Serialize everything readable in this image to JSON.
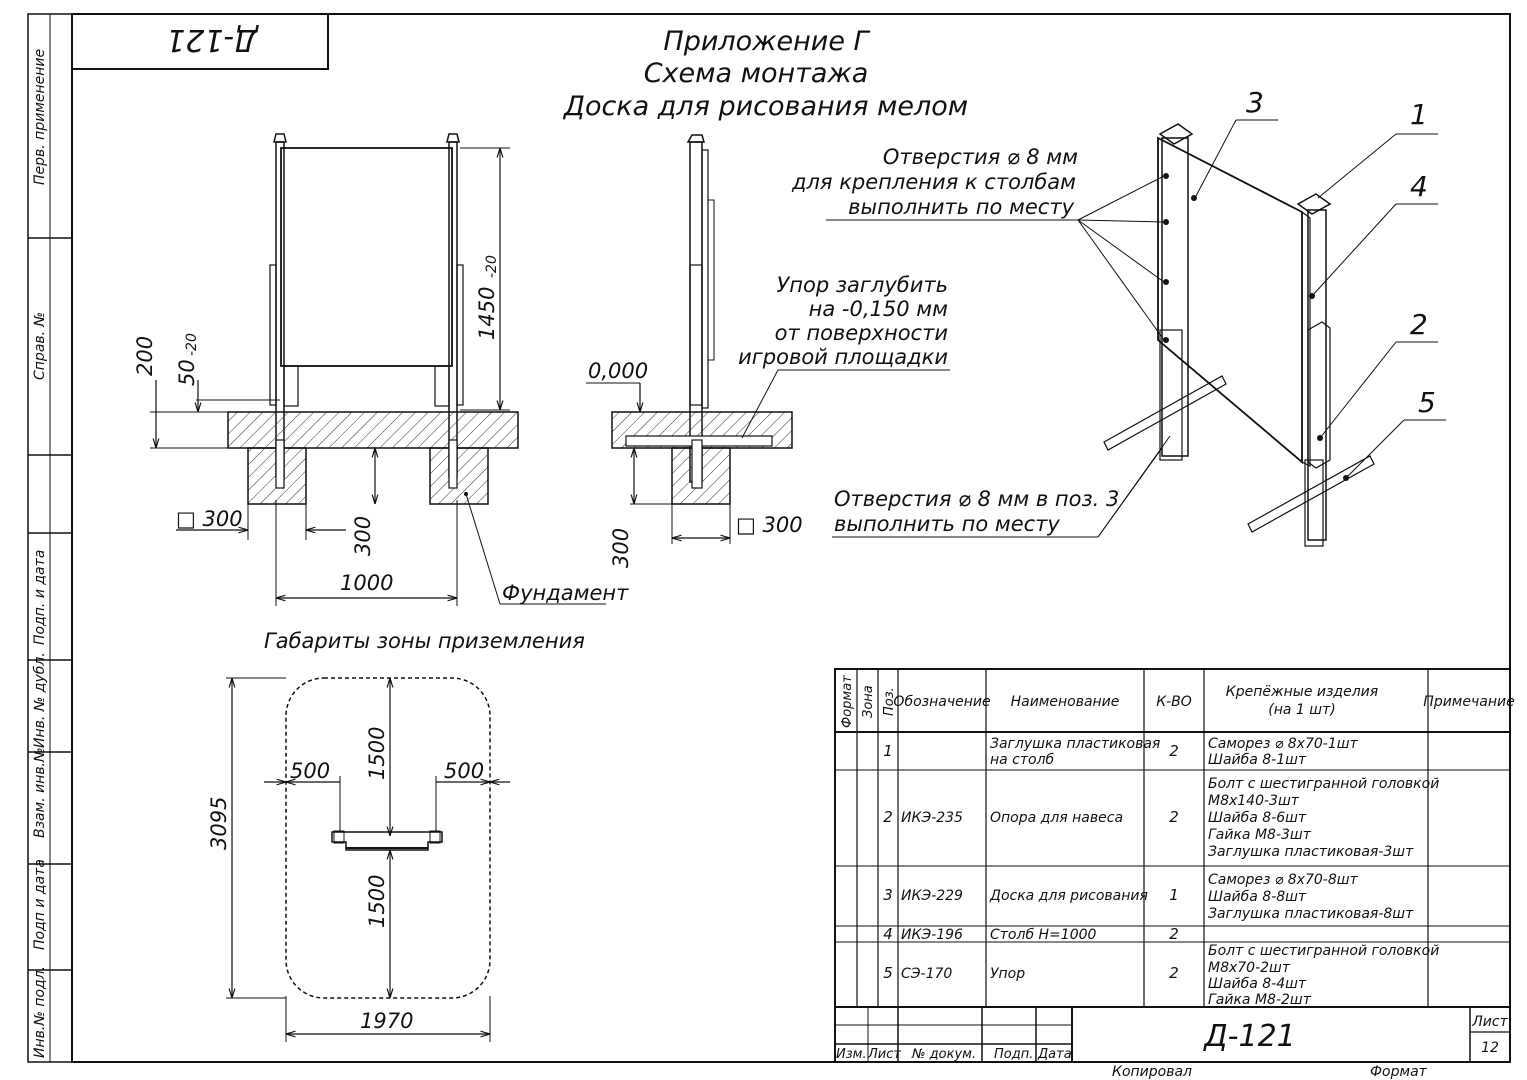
{
  "code_box": "Д-121",
  "title": {
    "line1": "Приложение Г",
    "line2": "Схема монтажа",
    "line3": "Доска для рисования мелом"
  },
  "side_labels": {
    "perv_prim": "Перв. применение",
    "sprav": "Справ. №",
    "podp_data1": "Подп. и дата",
    "inv_dubl": "Инв. № дубл.",
    "vzam_inv": "Взам. инв.№",
    "podp_data2": "Подп и дата",
    "inv_podl": "Инв.№ подл."
  },
  "front_view": {
    "dim_1450": "1450",
    "tol_1450": "-20",
    "dim_200": "200",
    "dim_50": "50",
    "tol_50": "-20",
    "dim_sq300": "□ 300",
    "dim_300v": "300",
    "dim_1000": "1000",
    "fundament": "Фундамент"
  },
  "side_view": {
    "level": "0,000",
    "stop_note": [
      "Упор заглубить",
      "на -0,150 мм",
      "от поверхности",
      "игровой площадки"
    ],
    "dim_300v": "300",
    "dim_sq300": "□ 300"
  },
  "iso_view": {
    "callouts": [
      "3",
      "1",
      "4",
      "2",
      "5"
    ],
    "holes_note": [
      "Отверстия ⌀ 8 мм",
      "для крепления к столбам",
      "выполнить по месту"
    ],
    "holes_note2": [
      "Отверстия ⌀ 8 мм в поз. 3",
      "выполнить по месту"
    ]
  },
  "zone": {
    "title": "Габариты зоны приземления",
    "dim_500_left": "500",
    "dim_500_right": "500",
    "dim_1500_top": "1500",
    "dim_1500_bottom": "1500",
    "dim_3095": "3095",
    "dim_1970": "1970"
  },
  "table": {
    "headers": {
      "format": "Формат",
      "zona": "Зона",
      "poz": "Поз.",
      "oboznach": "Обозначение",
      "naimen": "Наименование",
      "kvo": "К-ВО",
      "krep1": "Крепёжные изделия",
      "krep2": "(на 1 шт)",
      "prim": "Примечание"
    },
    "rows": [
      {
        "poz": "1",
        "obozn": "",
        "name": [
          "Заглушка пластиковая",
          "на столб"
        ],
        "qty": "2",
        "krep": [
          "Саморез ⌀ 8х70-1шт",
          "Шайба 8-1шт"
        ]
      },
      {
        "poz": "2",
        "obozn": "ИКЭ-235",
        "name": [
          "Опора для навеса"
        ],
        "qty": "2",
        "krep": [
          "Болт с шестигранной головкой",
          "М8х140-3шт",
          "Шайба 8-6шт",
          "Гайка М8-3шт",
          "Заглушка пластиковая-3шт"
        ]
      },
      {
        "poz": "3",
        "obozn": "ИКЭ-229",
        "name": [
          "Доска для рисования"
        ],
        "qty": "1",
        "krep": [
          "Саморез ⌀ 8х70-8шт",
          "Шайба 8-8шт",
          "Заглушка пластиковая-8шт"
        ]
      },
      {
        "poz": "4",
        "obozn": "ИКЭ-196",
        "name": [
          "Столб Н=1000"
        ],
        "qty": "2",
        "krep": []
      },
      {
        "poz": "5",
        "obozn": "СЭ-170",
        "name": [
          "Упор"
        ],
        "qty": "2",
        "krep": [
          "Болт с шестигранной головкой",
          "М8х70-2шт",
          "Шайба 8-4шт",
          "Гайка М8-2шт"
        ]
      }
    ]
  },
  "stamp": {
    "code": "Д-121",
    "izm": "Изм.",
    "list": "Лист",
    "ndok": "№ докум.",
    "podp": "Подп.",
    "data": "Дата",
    "list_label": "Лист",
    "list_num": "12",
    "kopiroval": "Копировал",
    "format": "Формат"
  }
}
